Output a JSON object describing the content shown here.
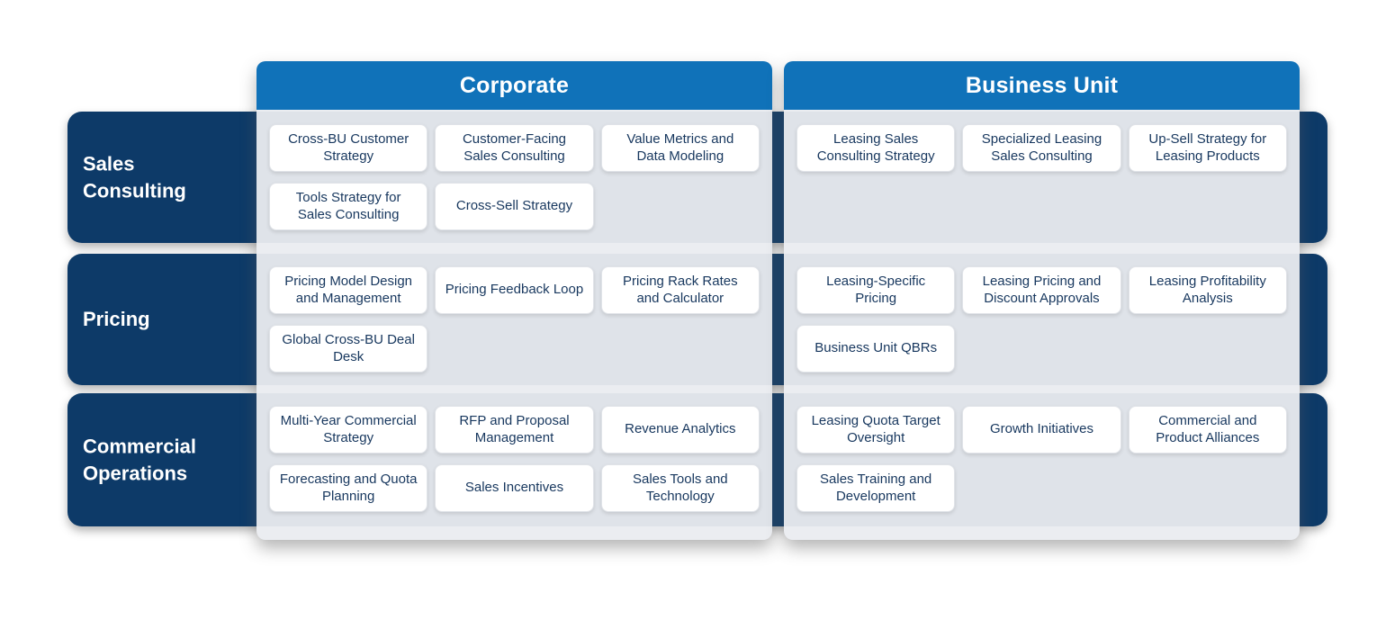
{
  "columns": {
    "corporate": {
      "header": "Corporate"
    },
    "business_unit": {
      "header": "Business Unit"
    }
  },
  "rows": [
    {
      "label": "Sales Consulting",
      "corporate": [
        "Cross-BU Customer Strategy",
        "Customer-Facing Sales Consulting",
        "Value Metrics and Data Modeling",
        "Tools Strategy for Sales Consulting",
        "Cross-Sell Strategy"
      ],
      "business_unit": [
        "Leasing Sales Consulting Strategy",
        "Specialized Leasing Sales Consulting",
        "Up-Sell Strategy for Leasing Products"
      ]
    },
    {
      "label": "Pricing",
      "corporate": [
        "Pricing Model Design and Management",
        "Pricing Feedback Loop",
        "Pricing Rack Rates and Calculator",
        "Global Cross-BU Deal Desk"
      ],
      "business_unit": [
        "Leasing-Specific Pricing",
        "Leasing Pricing and Discount Approvals",
        "Leasing Profitability Analysis",
        "Business Unit QBRs"
      ]
    },
    {
      "label": "Commercial Operations",
      "corporate": [
        "Multi-Year Commercial Strategy",
        "RFP and Proposal Management",
        "Revenue Analytics",
        "Forecasting and Quota Planning",
        "Sales Incentives",
        "Sales Tools and Technology"
      ],
      "business_unit": [
        "Leasing Quota Target Oversight",
        "Growth Initiatives",
        "Commercial and Product Alliances",
        "Sales Training and Development"
      ]
    }
  ],
  "colors": {
    "header_blue": "#1072b9",
    "band_navy": "#0d3a68",
    "panel_gray": "#ebedf1",
    "chip_bg": "#ffffff",
    "chip_text": "#17375e"
  }
}
